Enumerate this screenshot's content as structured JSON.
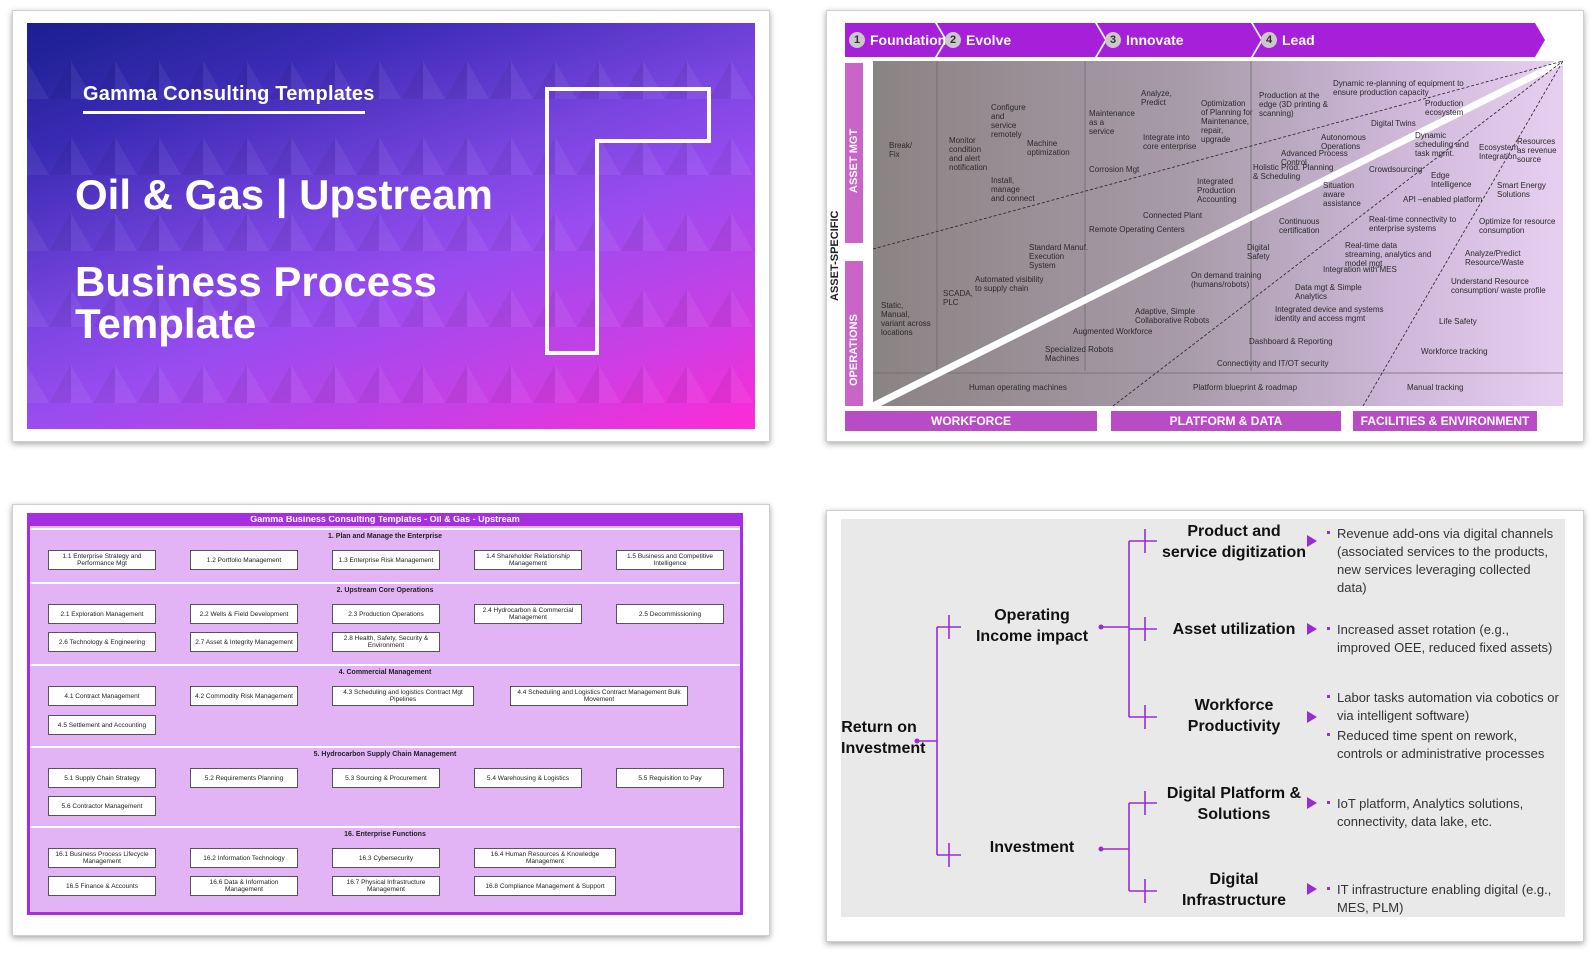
{
  "slide1": {
    "brand": "Gamma Consulting Templates",
    "title_line1": "Oil & Gas | Upstream",
    "title_line2": "Business Process Template"
  },
  "slide2": {
    "stages": [
      {
        "num": "1",
        "label": "Foundation"
      },
      {
        "num": "2",
        "label": "Evolve"
      },
      {
        "num": "3",
        "label": "Innovate"
      },
      {
        "num": "4",
        "label": "Lead"
      }
    ],
    "side_outer": "ASSET-SPECIFIC",
    "side_top": "ASSET MGT",
    "side_bottom": "OPERATIONS",
    "bottom_labels": [
      "WORKFORCE",
      "PLATFORM & DATA",
      "FACILITIES & ENVIRONMENT"
    ],
    "items": [
      "Break/ Fix",
      "Static, Manual, variant across locations",
      "Monitor condition and alert notification",
      "Configure and service remotely",
      "Machine optimization",
      "Install, manage and connect",
      "SCADA, PLC",
      "Automated visibility to supply chain",
      "Standard Manuf. Execution System",
      "Maintenance as a service",
      "Analyze, Predict",
      "Integrate into core enterprise",
      "Optimization of Planning for Maintenance, repair, upgrade",
      "Corrosion Mgt",
      "Integrated Production Accounting",
      "Connected Plant",
      "Remote Operating Centers",
      "Production at the edge (3D printing & scanning)",
      "Dynamic re-planning of equipment to ensure production capacity",
      "Production ecosystem",
      "Digital Twins",
      "Autonomous Operations",
      "Advanced Process Control",
      "Dynamic scheduling and task mgmt.",
      "Ecosystem Integration",
      "Resources as revenue source",
      "Holistic Prod. Planning & Scheduling",
      "Crowdsourcing",
      "Edge Intelligence",
      "Smart Energy Solutions",
      "Situation aware assistance",
      "API –enabled platform",
      "Continuous certification",
      "Real-time connectivity to enterprise systems",
      "Optimize for resource consumption",
      "Digital Safety",
      "Real-time data streaming, analytics and model mgt",
      "Analyze/Predict Resource/Waste",
      "On demand training (humans/robots)",
      "Integration with MES",
      "Data mgt & Simple Analytics",
      "Understand Resource consumption/ waste profile",
      "Adaptive, Simple Collaborative Robots",
      "Integrated device and systems identity and access mgmt",
      "Life Safety",
      "Augmented Workforce",
      "Dashboard & Reporting",
      "Workforce tracking",
      "Specialized Robots Machines",
      "Connectivity and IT/OT security",
      "Human operating machines",
      "Platform blueprint & roadmap",
      "Manual tracking"
    ]
  },
  "slide3": {
    "header": "Gamma Business Consulting Templates - Oil & Gas - Upstream",
    "sections": [
      {
        "title": "1. Plan and Manage the Enterprise",
        "items": [
          "1.1 Enterprise Strategy and Performance Mgt",
          "1.2 Portfolio Management",
          "1.3 Enterprise Risk Management",
          "1.4 Shareholder Relationship Management",
          "1.5 Business and Competitive Intelligence"
        ]
      },
      {
        "title": "2. Upstream Core Operations",
        "items": [
          "2.1 Exploration Management",
          "2.2 Wells & Field Development",
          "2.3 Production Operations",
          "2.4 Hydrocarbon & Commercial Management",
          "2.5 Decommissioning",
          "2.6 Technology & Engineering",
          "2.7 Asset & Integrity Management",
          "2.8 Health, Safety, Security & Environment"
        ]
      },
      {
        "title": "4. Commercial Management",
        "items": [
          "4.1 Contract Management",
          "4.2 Commodity Risk Management",
          "4.3 Scheduling and logistics Contract Mgt Pipelines",
          "4.4 Scheduling and Logistics Contract Management Bulk Movement",
          "4.5 Settlement and Accounting"
        ]
      },
      {
        "title": "5. Hydrocarbon Supply Chain Management",
        "items": [
          "5.1 Supply Chain Strategy",
          "5.2 Requirements Planning",
          "5.3 Sourcing & Procurement",
          "5.4 Warehousing & Logistics",
          "5.5 Requisition to Pay",
          "5.6 Contractor Management"
        ]
      },
      {
        "title": "16. Enterprise Functions",
        "items": [
          "16.1 Business Process Lifecycle Management",
          "16.2 Information Technology",
          "16.3 Cybersecurity",
          "16.4 Human Resources & Knowledge Management",
          "16.5 Finance & Accounts",
          "16.6 Data & Information Management",
          "16.7 Physical Infrastructure Management",
          "16.8 Compliance Management & Support"
        ]
      }
    ]
  },
  "slide4": {
    "root": "Return on Investment",
    "level1": [
      "Operating Income impact",
      "Investment"
    ],
    "level2": [
      "Product and service digitization",
      "Asset utilization",
      "Workforce Productivity",
      "Digital Platform & Solutions",
      "Digital Infrastructure"
    ],
    "bullets": [
      "Revenue add-ons via digital channels (associated services to the products, new services leveraging collected data)",
      "Increased asset rotation (e.g., improved OEE, reduced fixed assets)",
      "Labor tasks automation via cobotics or via intelligent software)",
      "Reduced time spent on rework, controls or administrative processes",
      "IoT platform, Analytics solutions, connectivity, data lake, etc.",
      "IT infrastructure enabling digital (e.g., MES, PLM)"
    ],
    "accent": "#9b2bd8"
  }
}
